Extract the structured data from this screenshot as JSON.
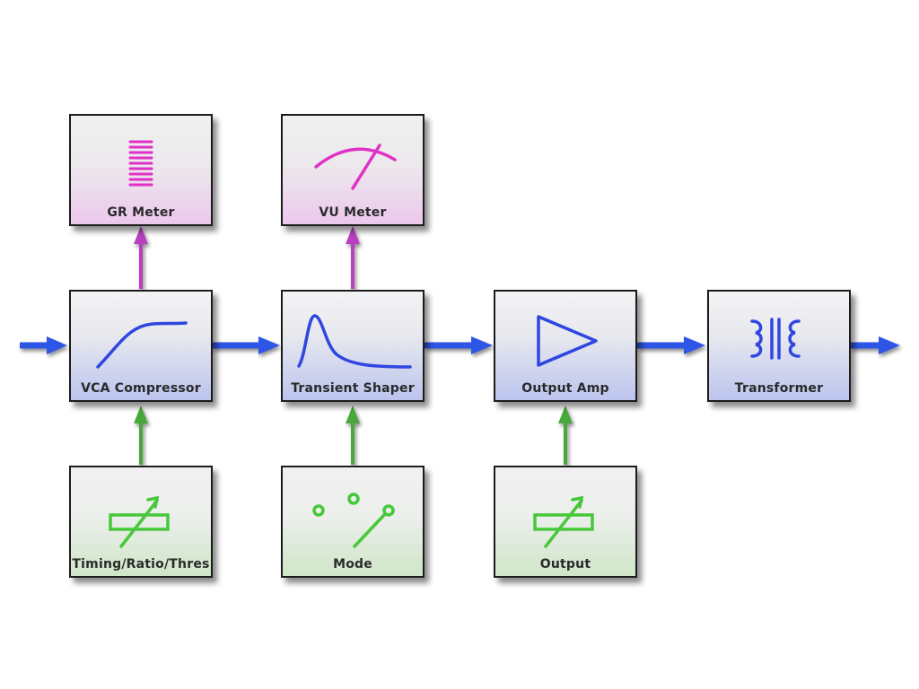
{
  "colors": {
    "signal": "#2f56e6",
    "meter": "#b83fc0",
    "control": "#4aa83a",
    "meter_glyph": "#e030c8",
    "control_glyph": "#46c83a",
    "main_glyph": "#2f46e0"
  },
  "blocks": {
    "vca_compressor": {
      "label": "VCA Compressor",
      "icon": "compression-curve-icon"
    },
    "transient_shaper": {
      "label": "Transient Shaper",
      "icon": "transient-envelope-icon"
    },
    "output_amp": {
      "label": "Output Amp",
      "icon": "amplifier-triangle-icon"
    },
    "transformer": {
      "label": "Transformer",
      "icon": "transformer-icon"
    },
    "gr_meter": {
      "label": "GR Meter",
      "icon": "bar-meter-icon"
    },
    "vu_meter": {
      "label": "VU Meter",
      "icon": "vu-needle-icon"
    },
    "timing_ratio_thres": {
      "label": "Timing/Ratio/Thres",
      "icon": "variable-resistor-icon"
    },
    "mode": {
      "label": "Mode",
      "icon": "selector-switch-icon"
    },
    "output": {
      "label": "Output",
      "icon": "variable-resistor-icon"
    }
  }
}
